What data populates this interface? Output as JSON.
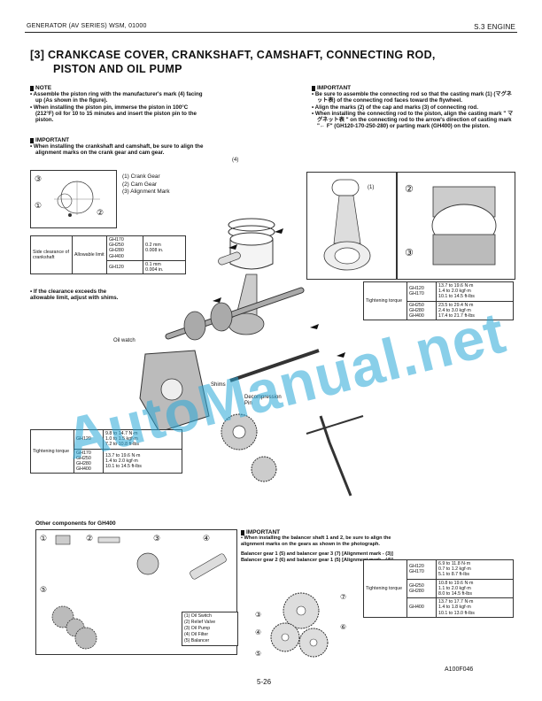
{
  "header": {
    "left": "GENERATOR (AV SERIES)  WSM, 01000",
    "right": "S.3  ENGINE"
  },
  "title": {
    "line1": "[3]  CRANKCASE COVER, CRANKSHAFT, CAMSHAFT, CONNECTING ROD,",
    "line2": "PISTON AND OIL PUMP"
  },
  "note": {
    "heading": "NOTE",
    "items": [
      "• Assemble the piston ring with the manufacturer's mark (4) facing up (As shown in the figure).",
      "• When installing the piston pin, immerse the piston in 100°C (212°F) oil for 10 to 15 minutes and insert the piston pin to the piston."
    ]
  },
  "important_left": {
    "heading": "IMPORTANT",
    "items": [
      "• When installing the crankshaft and camshaft, be sure to align the alignment marks on the crank gear and cam gear."
    ]
  },
  "gear_legend": [
    "(1) Crank Gear",
    "(2) Cam Gear",
    "(3) Alignment Mark"
  ],
  "gear_callouts": [
    "③",
    "②",
    "①"
  ],
  "clearance_table": {
    "label": "Side clearance of crankshaft",
    "limit": "Allowable limit",
    "rows": [
      {
        "models": "GH170\nGH250\nGH280\nGH400",
        "value": "0.2 mm\n0.008 in."
      },
      {
        "models": "GH120",
        "value": "0.1 mm\n0.004 in."
      }
    ]
  },
  "clearance_note": "• If the clearance exceeds the allowable limit, adjust with shims.",
  "important_right": {
    "heading": "IMPORTANT",
    "items": [
      "• Be sure to assemble the connecting rod so that the casting mark (1) (マグネット表) of the connecting rod faces toward the flywheel.",
      "• Align the marks (2) of the cap and marks (3) of connecting rod.",
      "• When installing the connecting rod to the piston, align the casting mark \" マグネット表 \" on the connecting rod to the arrow's direction of casting mark \"← F\" (GH120-170-250-280) or parting mark (GH400) on the piston."
    ]
  },
  "rod_callouts": [
    "(1)",
    "②",
    "③"
  ],
  "torque_right": {
    "label": "Tightening torque",
    "rows": [
      {
        "models": "GH120\nGH170",
        "value": "13.7 to 19.6 N·m\n1.4 to 2.0 kgf·m\n10.1 to 14.5 ft-lbs"
      },
      {
        "models": "GH250\nGH280\nGH400",
        "value": "23.5 to 29.4 N·m\n2.4 to 3.0 kgf·m\n17.4 to 21.7 ft-lbs"
      }
    ]
  },
  "diagram_labels": {
    "piston_ring_mark": "(4)",
    "oil_watch": "Oil watch",
    "shims": "Shims",
    "decompression": "Decompression\nPin"
  },
  "torque_left": {
    "label": "Tightening torque",
    "rows": [
      {
        "models": "GH120",
        "value": "9.8 to 14.7 N·m\n1.0 to 1.5 kgf·m\n7.2 to 10.8 ft-lbs"
      },
      {
        "models": "GH170\nGH250\nGH280\nGH400",
        "value": "13.7 to 19.6 N·m\n1.4 to 2.0 kgf·m\n10.1 to 14.5 ft-lbs"
      }
    ]
  },
  "other_components": {
    "heading": "Other components for GH400",
    "callouts": [
      "①",
      "②",
      "③",
      "④",
      "⑤"
    ],
    "legend": [
      "(1)  Oil Switch",
      "(2)  Relief Valve",
      "(3)  Oil Pump",
      "(4)  Oil Filter",
      "(5)  Balancer"
    ]
  },
  "important_bottom": {
    "heading": "IMPORTANT",
    "items": [
      "• When installing the balancer shaft 1 and 2, be sure to align the alignment marks on the gears as shown in the photograph."
    ],
    "alignment": [
      "Balancer gear 1 (5) and balancer gear 3 (7) [Alignment mark - (3)]",
      "Balancer gear 2 (6) and balancer gear 1 (5) [Alignment mark - (4)]"
    ],
    "gear_callouts": [
      "⑦",
      "③",
      "⑥",
      "④",
      "⑤"
    ]
  },
  "torque_bottom": {
    "label": "Tightening torque",
    "rows": [
      {
        "models": "GH120\nGH170",
        "value": "6.9 to 11.8 N·m\n0.7 to 1.2 kgf·m\n5.1 to 8.7 ft-lbs"
      },
      {
        "models": "GH250\nGH280",
        "value": "10.8 to 19.6 N·m\n1.1 to 2.0 kgf·m\n8.0 to 14.5 ft-lbs"
      },
      {
        "models": "GH400",
        "value": "13.7 to 17.7 N·m\n1.4 to 1.8 kgf·m\n10.1 to 13.0 ft-lbs"
      }
    ]
  },
  "figure_code": "A100F046",
  "page_number": "5-26",
  "watermark": "AutoManual.net"
}
